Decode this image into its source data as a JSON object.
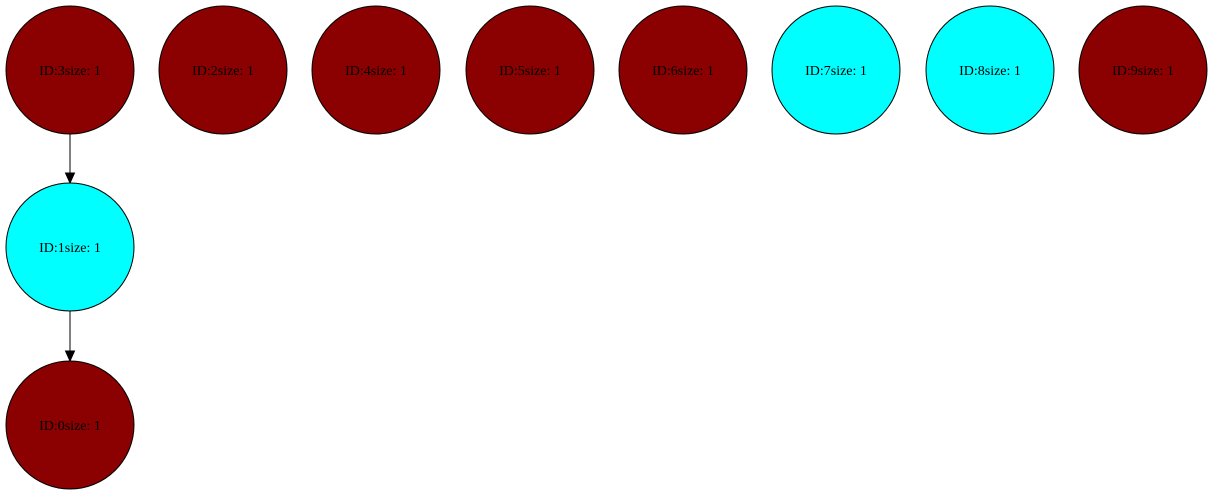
{
  "graph": {
    "colors": {
      "dark": "#8b0000",
      "light": "#00ffff",
      "stroke": "#000000"
    },
    "nodes": [
      {
        "id": "3",
        "label": "ID:3size: 1",
        "color": "dark"
      },
      {
        "id": "2",
        "label": "ID:2size: 1",
        "color": "dark"
      },
      {
        "id": "4",
        "label": "ID:4size: 1",
        "color": "dark"
      },
      {
        "id": "5",
        "label": "ID:5size: 1",
        "color": "dark"
      },
      {
        "id": "6",
        "label": "ID:6size: 1",
        "color": "dark"
      },
      {
        "id": "7",
        "label": "ID:7size: 1",
        "color": "light"
      },
      {
        "id": "8",
        "label": "ID:8size: 1",
        "color": "light"
      },
      {
        "id": "9",
        "label": "ID:9size: 1",
        "color": "dark"
      },
      {
        "id": "1",
        "label": "ID:1size: 1",
        "color": "light"
      },
      {
        "id": "0",
        "label": "ID:0size: 1",
        "color": "dark"
      }
    ],
    "edges": [
      {
        "from": "3",
        "to": "1"
      },
      {
        "from": "1",
        "to": "0"
      }
    ]
  }
}
